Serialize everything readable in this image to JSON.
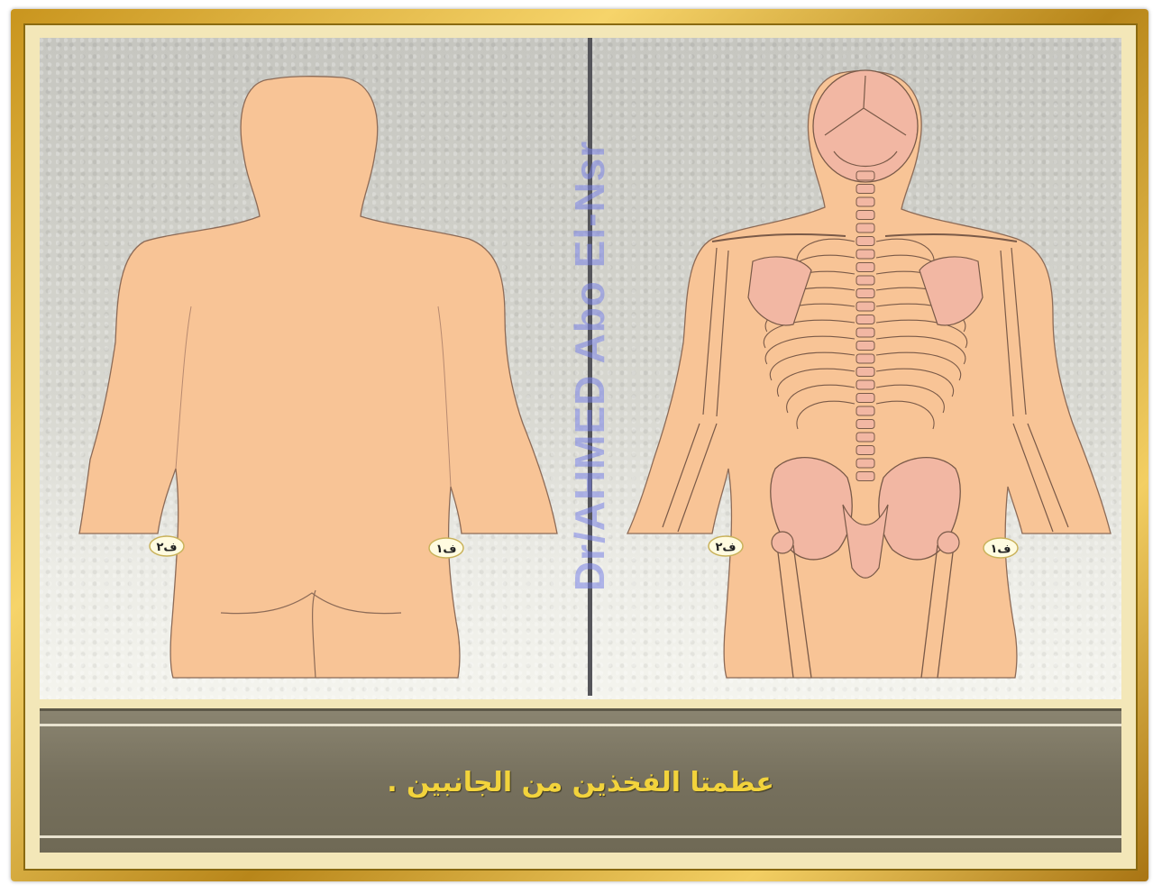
{
  "watermark": "Dr/AHMED Abo El-Nsr",
  "caption": "عظمتا الفخذين من الجانبين .",
  "markers": {
    "left_figure_right": "ف٢",
    "left_figure_left": "ف١",
    "right_figure_right": "ف٢",
    "right_figure_left": "ف١"
  },
  "colors": {
    "skin": "#f8c496",
    "bone": "#f2b7a3",
    "outline": "#8d6b57",
    "caption_text": "#f2d33c"
  }
}
